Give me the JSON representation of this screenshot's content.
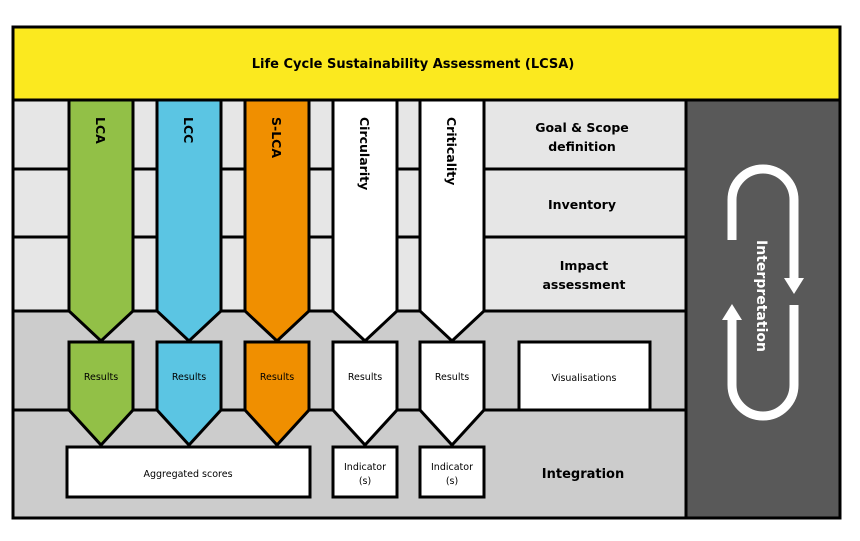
{
  "title": "Life Cycle Sustainability Assessment (LCSA)",
  "phases": {
    "goal_scope_line1": "Goal & Scope",
    "goal_scope_line2": "definition",
    "inventory": "Inventory",
    "impact_line1": "Impact",
    "impact_line2": "assessment",
    "integration": "Integration",
    "interpretation": "Interpretation"
  },
  "columns": [
    {
      "label": "LCA",
      "result": "Results",
      "color": "#92c047"
    },
    {
      "label": "LCC",
      "result": "Results",
      "color": "#5bc5e3"
    },
    {
      "label": "S-LCA",
      "result": "Results",
      "color": "#f08f00"
    },
    {
      "label": "Circularity",
      "result": "Results",
      "color": "#ffffff"
    },
    {
      "label": "Criticality",
      "result": "Results",
      "color": "#ffffff"
    }
  ],
  "visualisations": "Visualisations",
  "aggregated_scores": "Aggregated scores",
  "indicator_line1": "Indicator",
  "indicator_line2": "(s)",
  "colors": {
    "header": "#fbe91f",
    "panel": "#595959",
    "row_light": "#e6e6e6",
    "row_mid": "#cccccc"
  }
}
